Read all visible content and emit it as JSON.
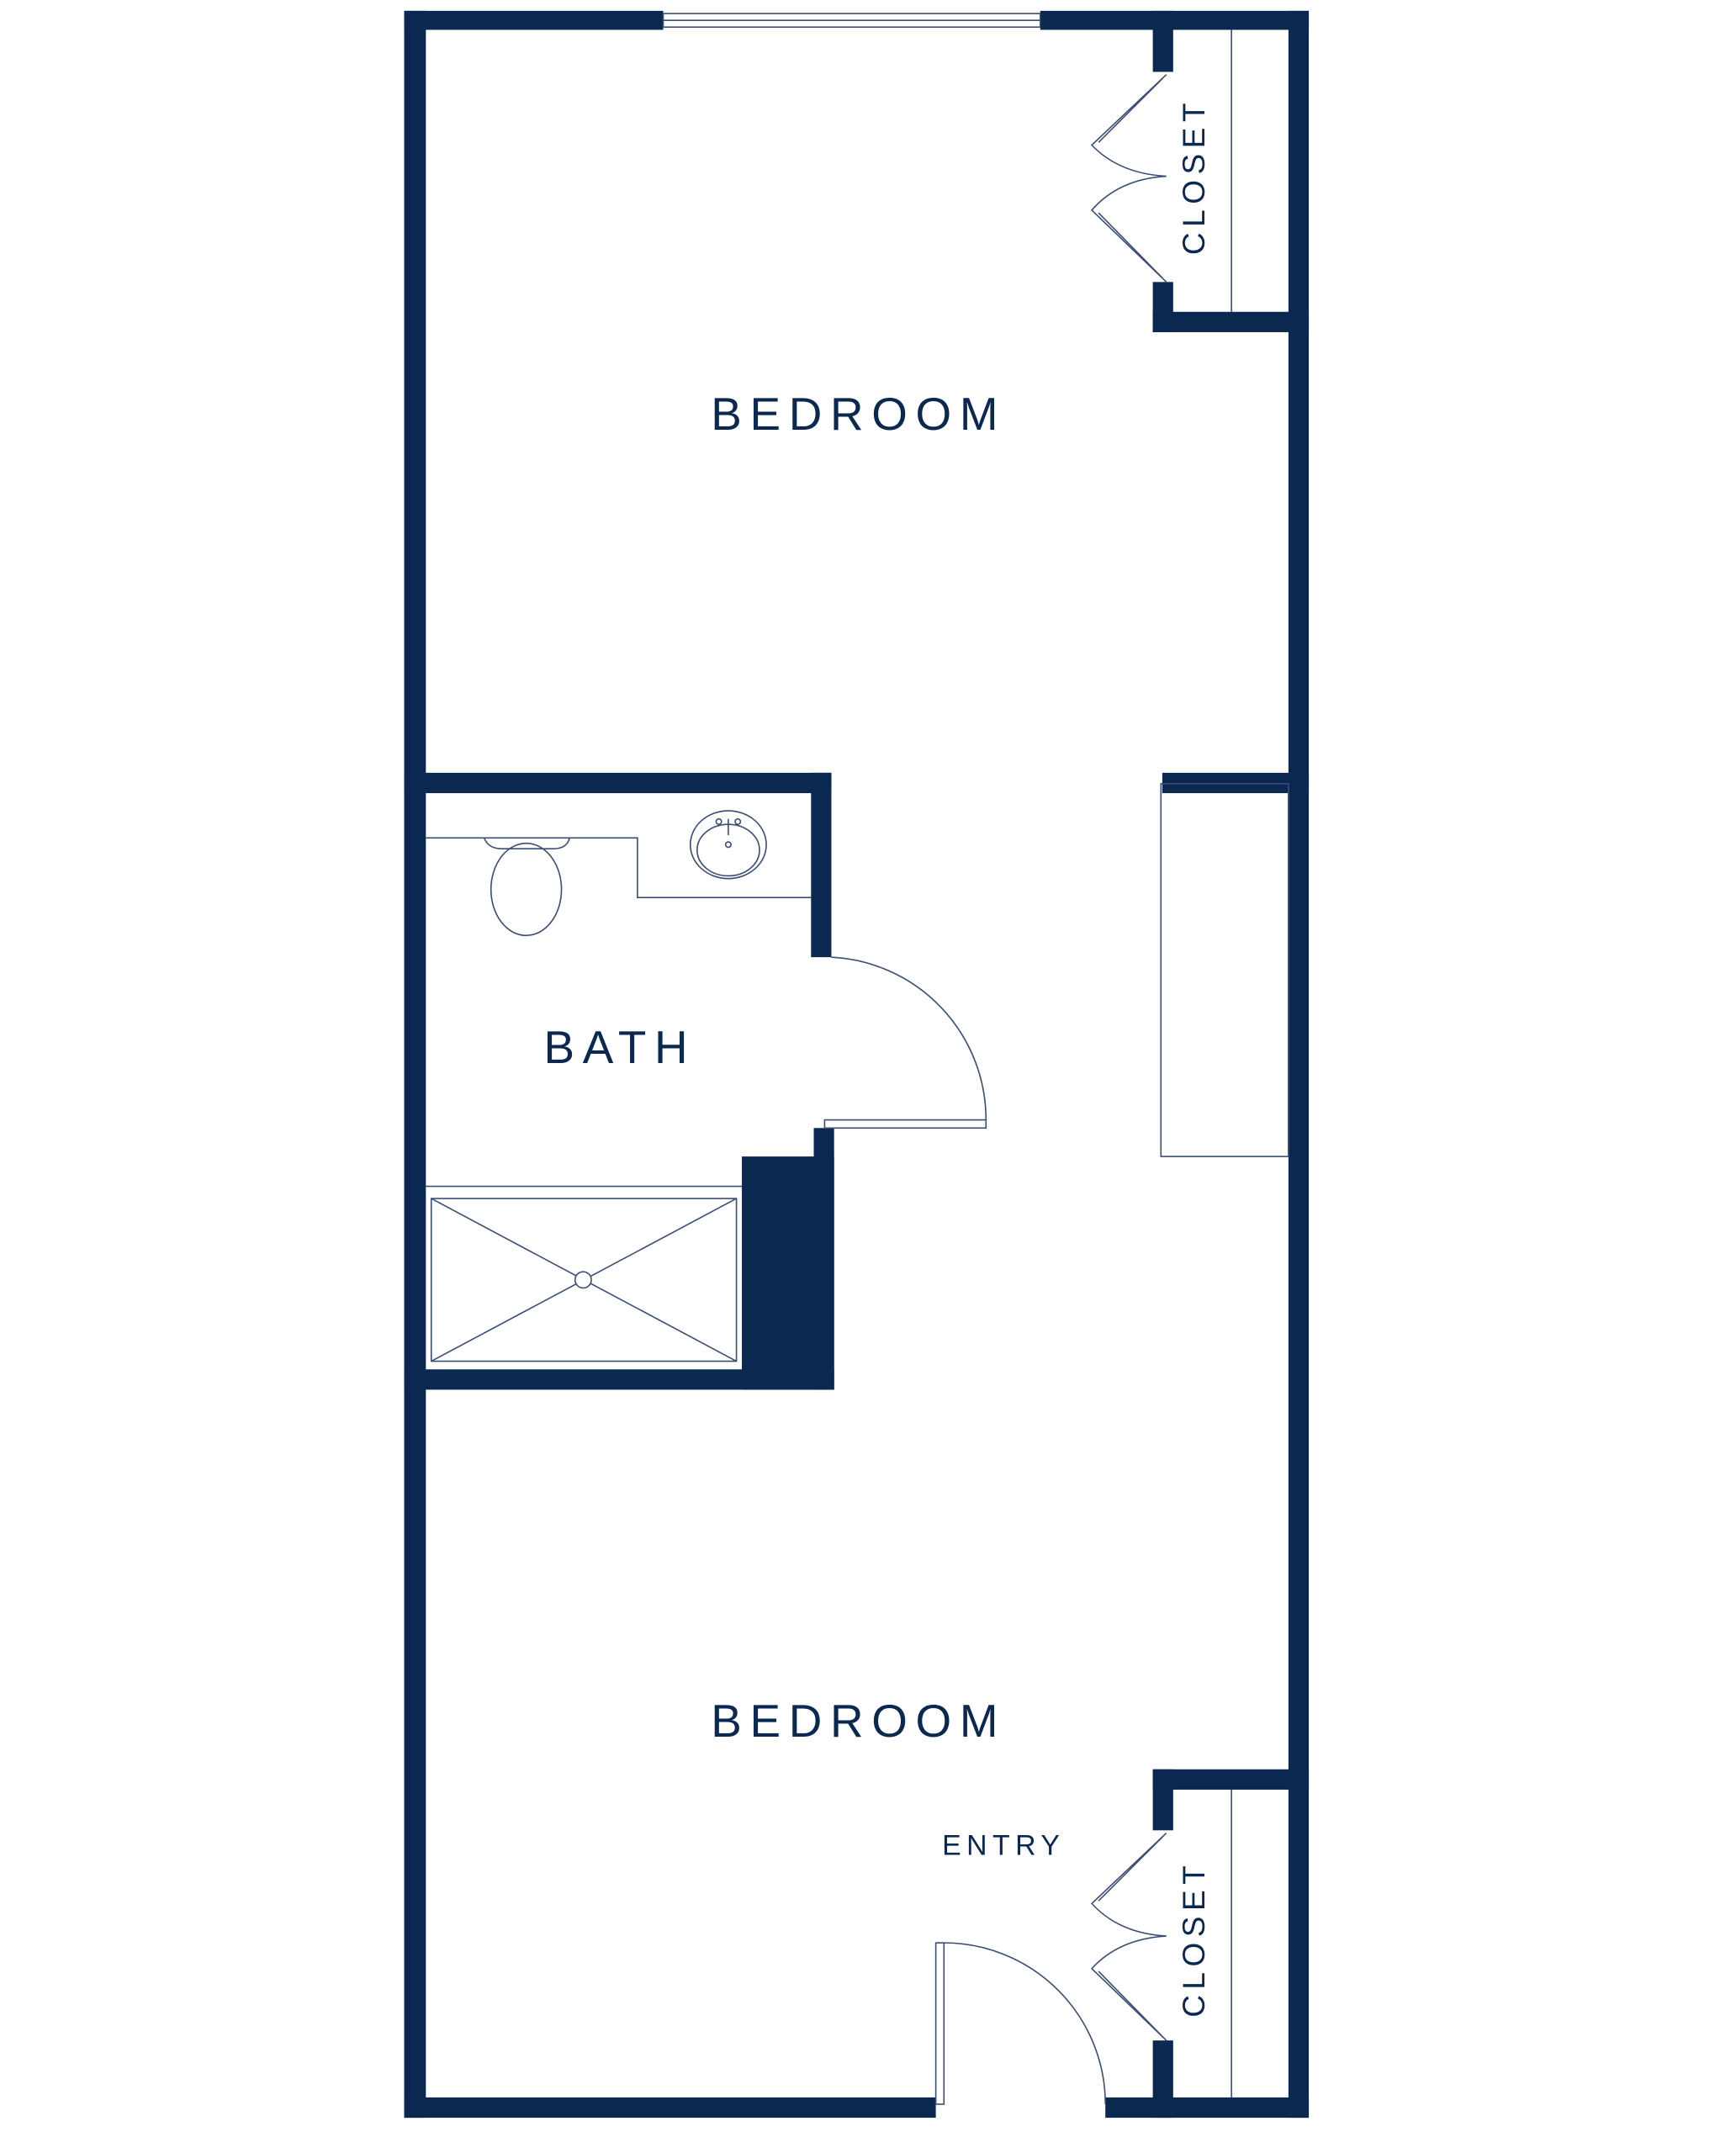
{
  "colors": {
    "wall": "#0b2850",
    "fixture": "#3a4f73",
    "background": "#ffffff"
  },
  "rooms": {
    "bedroom_top": "BEDROOM",
    "bedroom_bottom": "BEDROOM",
    "bath": "BATH",
    "entry": "ENTRY",
    "closet_top": "CLOSET",
    "closet_bottom": "CLOSET"
  }
}
